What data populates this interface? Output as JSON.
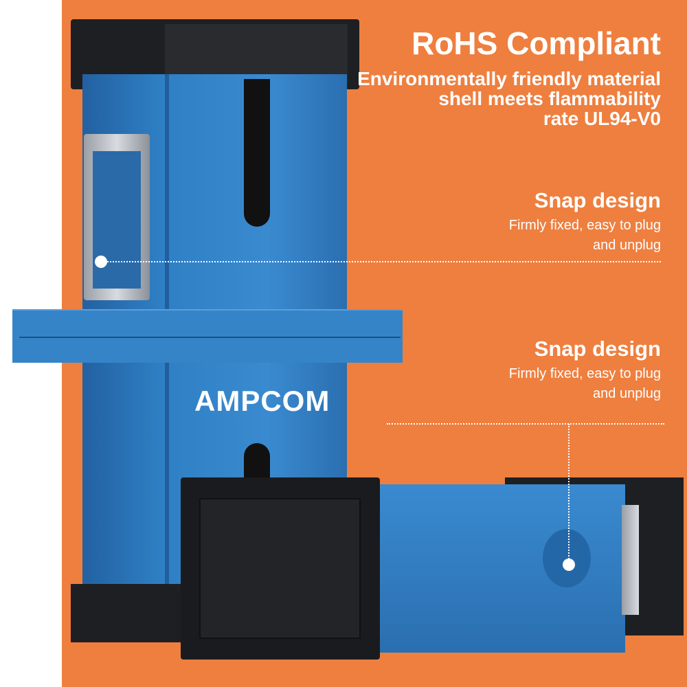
{
  "rohs": {
    "title": "RoHS Compliant",
    "lines": [
      "Environmentally friendly material",
      "shell meets flammability",
      "rate UL94-V0"
    ]
  },
  "callouts": [
    {
      "title": "Snap design",
      "lines": [
        "Firmly fixed, easy to plug",
        "and unplug"
      ]
    },
    {
      "title": "Snap design",
      "lines": [
        "Firmly fixed, easy to plug",
        "and unplug"
      ]
    }
  ],
  "brand": {
    "logo": "AMPCOM"
  },
  "colors": {
    "background": "#ee7f3f",
    "body_blue": "#2f7fc4",
    "cap_black": "#1e1f22"
  }
}
